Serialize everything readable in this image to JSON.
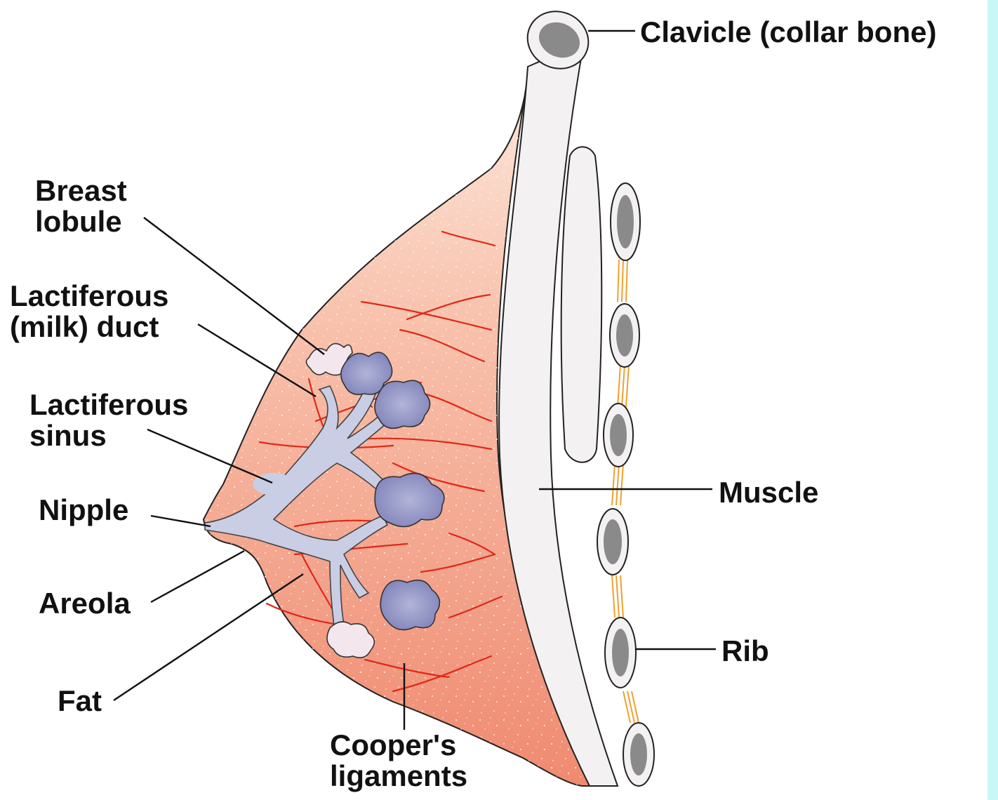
{
  "colors": {
    "strip": "#c9f6f6",
    "tissue_light": "#fbe1d4",
    "tissue_dark": "#ef8c72",
    "ligament": "#e02818",
    "duct": "#c9cee4",
    "lobule": "#8e90c0",
    "bone": "#f3f1f1",
    "marrow": "#8a8a8a",
    "cartilage": "#f0a030",
    "leader": "#111111"
  },
  "labels": {
    "clavicle": "Clavicle (collar bone)",
    "breast_lobule": [
      "Breast",
      "lobule"
    ],
    "lactiferous_duct": [
      "Lactiferous",
      "(milk) duct"
    ],
    "lactiferous_sinus": [
      "Lactiferous",
      "sinus"
    ],
    "nipple": "Nipple",
    "areola": "Areola",
    "fat": "Fat",
    "coopers_ligaments": [
      "Cooper's",
      "ligaments"
    ],
    "muscle": "Muscle",
    "rib": "Rib"
  }
}
